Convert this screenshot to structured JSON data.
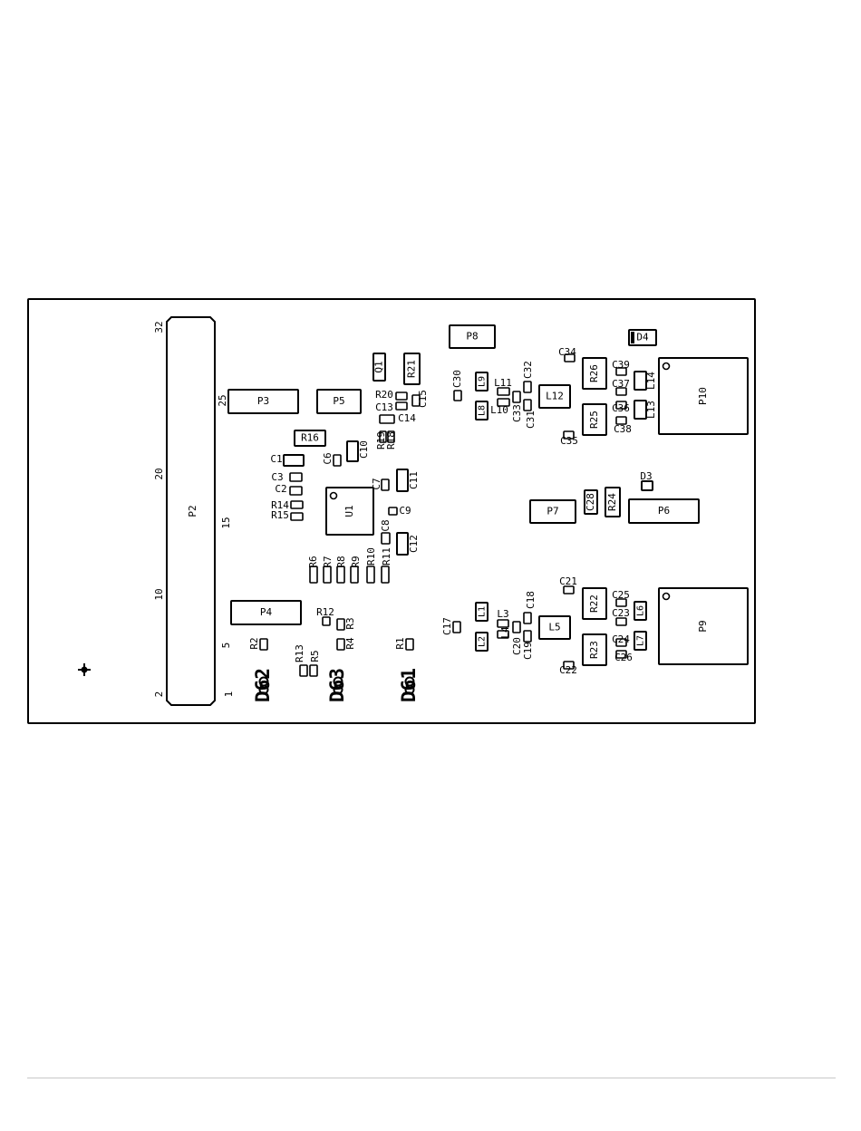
{
  "board": {
    "stroke_color": "#000000",
    "background": "#ffffff",
    "connector_p2": {
      "designator": "P2",
      "pin_numbers": [
        "32",
        "25",
        "20",
        "15",
        "10",
        "5",
        "2",
        "1"
      ]
    },
    "components": [
      {
        "id": "p3",
        "label": "P3"
      },
      {
        "id": "p4",
        "label": "P4"
      },
      {
        "id": "p5",
        "label": "P5"
      },
      {
        "id": "p6",
        "label": "P6"
      },
      {
        "id": "p7",
        "label": "P7"
      },
      {
        "id": "p8",
        "label": "P8"
      },
      {
        "id": "p9",
        "label": "P9"
      },
      {
        "id": "p10",
        "label": "P10"
      },
      {
        "id": "u1",
        "label": "U1"
      },
      {
        "id": "l5",
        "label": "L5"
      },
      {
        "id": "l12",
        "label": "L12"
      },
      {
        "id": "r16",
        "label": "R16"
      },
      {
        "id": "r21",
        "label": "R21"
      },
      {
        "id": "q1",
        "label": "Q1"
      },
      {
        "id": "r22",
        "label": "R22"
      },
      {
        "id": "r23",
        "label": "R23"
      },
      {
        "id": "r24",
        "label": "R24"
      },
      {
        "id": "r25",
        "label": "R25"
      },
      {
        "id": "r26",
        "label": "R26"
      },
      {
        "id": "c28",
        "label": "C28"
      },
      {
        "id": "d4",
        "label": "D4"
      },
      {
        "id": "d3",
        "label": "D3"
      },
      {
        "id": "c11",
        "label": "C11"
      },
      {
        "id": "c12",
        "label": "C12"
      },
      {
        "id": "c10",
        "label": "C10"
      },
      {
        "id": "l1",
        "label": "L1"
      },
      {
        "id": "l2",
        "label": "L2"
      },
      {
        "id": "l6",
        "label": "L6"
      },
      {
        "id": "l7",
        "label": "L7"
      },
      {
        "id": "l8",
        "label": "L8"
      },
      {
        "id": "l9",
        "label": "L9"
      },
      {
        "id": "l13",
        "label": "L13"
      },
      {
        "id": "l14",
        "label": "L14"
      },
      {
        "id": "c1",
        "label": "C1"
      }
    ],
    "labels": [
      "C2",
      "C3",
      "C6",
      "C7",
      "C8",
      "C9",
      "C13",
      "C14",
      "C15",
      "C17",
      "C18",
      "C19",
      "C20",
      "C21",
      "C22",
      "C23",
      "C24",
      "C25",
      "C26",
      "C30",
      "C31",
      "C32",
      "C33",
      "C34",
      "C35",
      "C36",
      "C37",
      "C38",
      "C39",
      "R1",
      "R2",
      "R3",
      "R4",
      "R5",
      "R6",
      "R7",
      "R8",
      "R9",
      "R10",
      "R11",
      "R12",
      "R13",
      "R14",
      "R15",
      "R18",
      "R19",
      "R20",
      "L3",
      "L4",
      "L10",
      "L11"
    ],
    "diodes": [
      "D61",
      "D62",
      "D63"
    ]
  }
}
